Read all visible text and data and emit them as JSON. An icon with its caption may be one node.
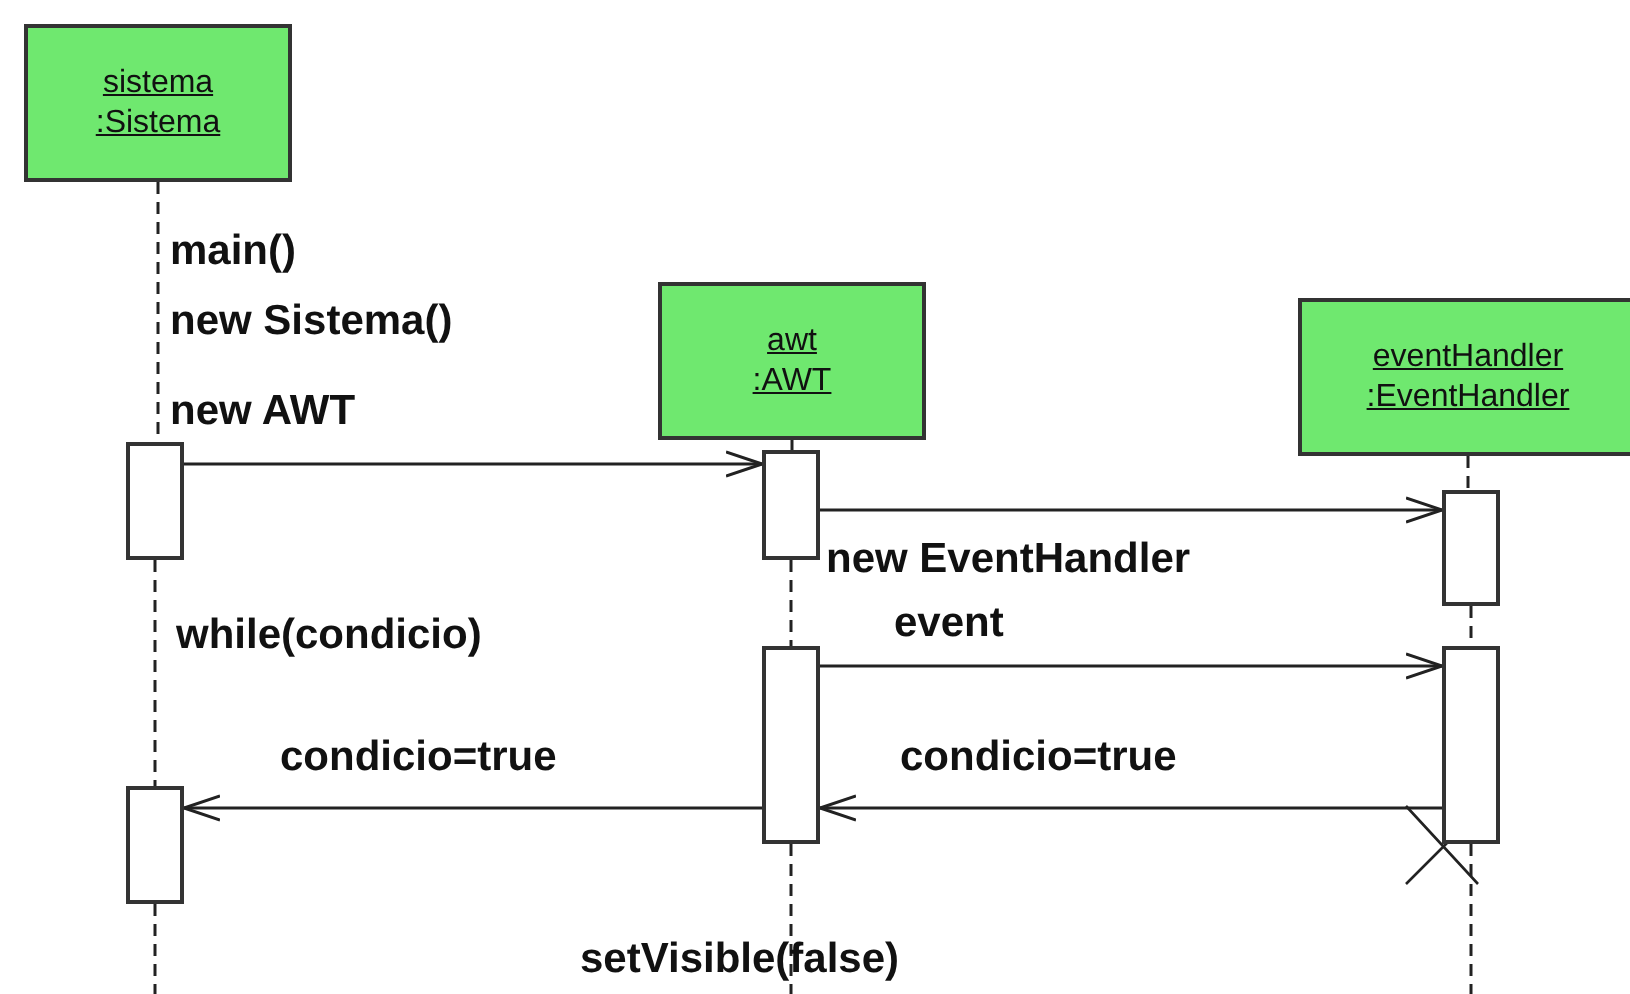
{
  "diagram": {
    "nodes": [
      {
        "text": [
          "sistema",
          ":Sistema"
        ]
      },
      {
        "text": [
          "awt",
          ":AWT"
        ]
      },
      {
        "text": [
          "eventHandler",
          ":EventHandler"
        ]
      },
      {
        "text": [],
        "shape": "bar"
      },
      {
        "text": [],
        "shape": "bar"
      },
      {
        "text": [],
        "shape": "bar"
      },
      {
        "text": [],
        "shape": "bar"
      },
      {
        "text": [],
        "shape": "bar"
      },
      {
        "text": [],
        "shape": "bar"
      }
    ],
    "edges": [
      {
        "from": 3,
        "to": 5,
        "arrow": "to",
        "label": "new AWT"
      },
      {
        "from": 5,
        "to": 7,
        "arrow": "to",
        "label": "new EventHandler"
      },
      {
        "from": 6,
        "to": 8,
        "arrow": "to",
        "label": "event"
      },
      {
        "from": 8,
        "to": 6,
        "arrow": "to",
        "label": "condicio=true"
      },
      {
        "from": 6,
        "to": 4,
        "arrow": "to",
        "label": "condicio=true"
      },
      {
        "from": 0,
        "to": 3,
        "arrow": "none",
        "style": "dashed"
      },
      {
        "from": 3,
        "to": 4,
        "arrow": "none",
        "style": "dashed"
      },
      {
        "from": 1,
        "to": 5,
        "arrow": "none",
        "style": "dashed"
      },
      {
        "from": 5,
        "to": 6,
        "arrow": "none",
        "style": "dashed"
      },
      {
        "from": 2,
        "to": 7,
        "arrow": "none",
        "style": "dashed"
      },
      {
        "from": 7,
        "to": 8,
        "arrow": "none",
        "style": "dashed"
      }
    ],
    "labels": [
      "main()",
      "new Sistema()",
      "while(condicio)",
      "setVisible(false)"
    ]
  }
}
